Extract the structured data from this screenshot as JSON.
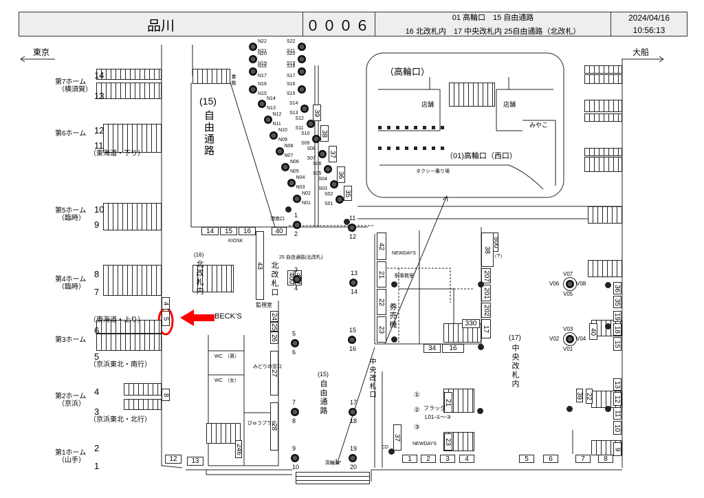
{
  "header": {
    "station": "品川",
    "code": "０００６",
    "cameras_line1": "01 高輪口　15 自由通路",
    "cameras_line2": "16 北改札内　17 中央改札内 25自由通路（北改札）",
    "date": "2024/04/16",
    "time": "10:56:13"
  },
  "directions": {
    "left": "東京",
    "right": "大船"
  },
  "platforms": [
    {
      "name": "第7ホーム",
      "sub": "（横須賀）",
      "upper": "14",
      "lower": "13"
    },
    {
      "name": "第6ホーム",
      "sub": "",
      "upper": "12",
      "lower": "11",
      "line": "（東海道・下り）"
    },
    {
      "name": "第5ホーム",
      "sub": "（臨時）",
      "upper": "10",
      "lower": "9"
    },
    {
      "name": "第4ホーム",
      "sub": "（臨時）",
      "upper": "8",
      "lower": "7"
    },
    {
      "name": "第3ホーム",
      "sub": "",
      "upper": "6",
      "lower": "5",
      "line_upper": "（東海道・上り）",
      "line": "（京浜東北・南行）"
    },
    {
      "name": "第2ホーム",
      "sub": "（京浜）",
      "upper": "4",
      "lower": "3",
      "line": "（京浜東北・北行）"
    },
    {
      "name": "第1ホーム",
      "sub": "（山手）",
      "upper": "2",
      "lower": "1"
    }
  ],
  "areas": {
    "takanawa_title": "（高輪口）",
    "takanawa_exit": "（01)高輪口（西口）",
    "taxi": "タクシー乗り場",
    "shop": "店舗",
    "miyako": "みやこ",
    "newdays": "NEWDAYS",
    "becks": "BECK’S",
    "kanshi": "監視室",
    "kenbaiki": "券売機",
    "wc_m": "WC　（男）",
    "wc_f": "WC　（女）",
    "midori": "みどりの窓口",
    "view": "びゅうプラザ",
    "kiosk": "KIOSK",
    "office": "駅事務室",
    "flag": "フラッグ",
    "flag_range": "L01-①〜③",
    "flag1": "①",
    "flag2": "②",
    "flag3": "③",
    "cd": "CD",
    "konan": "港南口",
    "takanawa_small": "高輪口",
    "gyomu": "業務",
    "north_inside": "(16)",
    "north_inside_v": "北改札内",
    "north_gate": "北改札口",
    "free25": "25 自由通路(北改札)",
    "free15": "(15)",
    "free15_v": "自由通路",
    "central_gate": "中央改札口",
    "central_inside": "(17)",
    "central_inside_v": "中央改札内",
    "tf": "(下)"
  },
  "boxes": [
    "4",
    "5",
    "8",
    "12",
    "13",
    "14",
    "15",
    "16",
    "40",
    "43",
    "400",
    "399",
    "24",
    "25",
    "26",
    "27",
    "28",
    "246",
    "39",
    "38",
    "37",
    "36",
    "35",
    "42",
    "21",
    "22",
    "23",
    "38",
    "500",
    "207",
    "201",
    "202",
    "330",
    "17",
    "34",
    "16",
    "21",
    "23",
    "37",
    "1",
    "2",
    "3",
    "4",
    "5",
    "6",
    "7",
    "8",
    "36",
    "35",
    "19",
    "18",
    "15",
    "13",
    "12",
    "11",
    "10",
    "9",
    "40",
    "39",
    "22"
  ],
  "cameras": [
    [
      "N22",
      "N21"
    ],
    [
      "N20",
      "N19"
    ],
    [
      "N18",
      "N17"
    ],
    [
      "N16",
      "N15"
    ],
    [
      "N14",
      "N13"
    ],
    [
      "N12",
      "N11"
    ],
    [
      "N10",
      "N09"
    ],
    [
      "N08",
      "N07"
    ],
    [
      "N06",
      "N05"
    ],
    [
      "N04",
      "N03"
    ],
    [
      "N02",
      "N01"
    ],
    [
      "S22",
      "S21"
    ],
    [
      "S20",
      "S19"
    ],
    [
      "S18",
      "S17"
    ],
    [
      "S16",
      "S15"
    ],
    [
      "S14",
      "S13"
    ],
    [
      "S12",
      "S11"
    ],
    [
      "S10",
      "S09"
    ],
    [
      "S08",
      "S07"
    ],
    [
      "S06",
      "S05"
    ],
    [
      "S04",
      "S03"
    ],
    [
      "S02",
      "S01"
    ],
    [
      "1",
      "2"
    ],
    [
      "3",
      "4"
    ],
    [
      "5",
      "6"
    ],
    [
      "7",
      "8"
    ],
    [
      "9",
      "10"
    ],
    [
      "11",
      "12"
    ],
    [
      "13",
      "14"
    ],
    [
      "15",
      "16"
    ],
    [
      "17",
      "18"
    ],
    [
      "19",
      "20"
    ],
    [
      "V07",
      "V05",
      "V06",
      "V08"
    ],
    [
      "V03",
      "V01",
      "V02",
      "V04"
    ]
  ],
  "colors": {
    "header_bg": "#eeeeee",
    "highlight": "#ff0000"
  }
}
